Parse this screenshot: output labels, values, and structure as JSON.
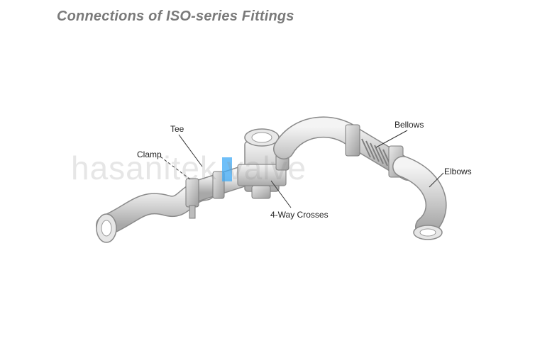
{
  "title": "Connections of ISO-series Fittings",
  "labels": {
    "tee": "Tee",
    "clamp": "Clamp",
    "bellows": "Bellows",
    "elbows": "Elbows",
    "cross": "4-Way Crosses"
  },
  "watermark": "hasanitek valve",
  "colors": {
    "pipe_fill": "#dcdcdc",
    "pipe_stroke": "#8a8a8a",
    "title": "#7a7a7a",
    "accent": "#3fa9f5"
  }
}
